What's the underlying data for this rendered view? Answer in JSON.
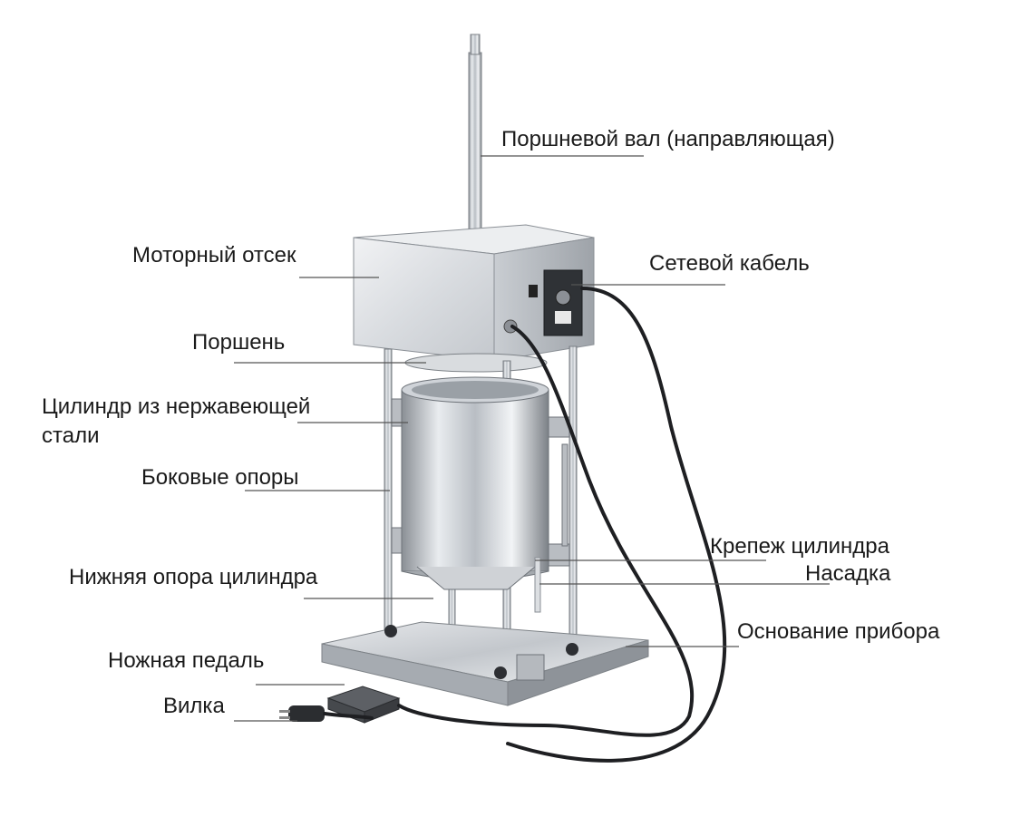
{
  "labels": {
    "shaft": "Поршневой вал (направляющая)",
    "motor": "Моторный отсек",
    "cable": "Сетевой кабель",
    "piston": "Поршень",
    "cylinder_line1": "Цилиндр из нержавеющей",
    "cylinder_line2": "стали",
    "side_supports": "Боковые опоры",
    "cylinder_clamp": "Крепеж цилиндра",
    "nozzle": "Насадка",
    "lower_support": "Нижняя опора цилиндра",
    "base": "Основание прибора",
    "pedal": "Ножная педаль",
    "plug": "Вилка"
  }
}
